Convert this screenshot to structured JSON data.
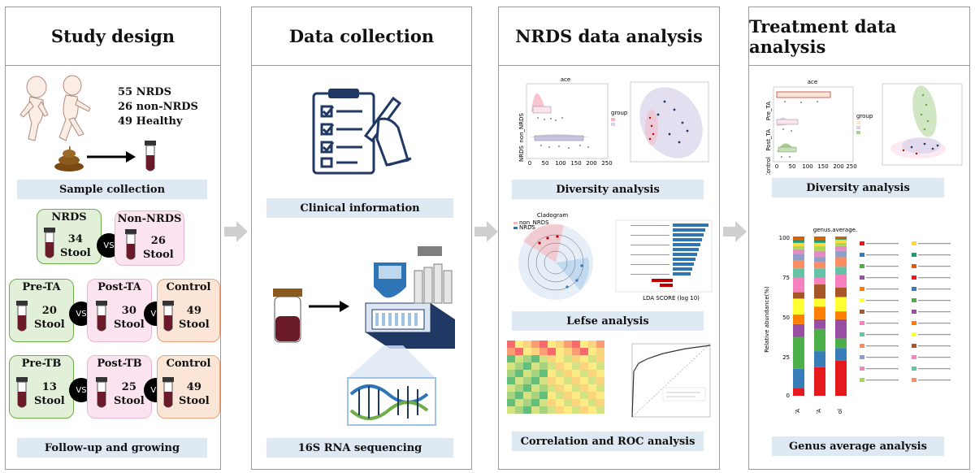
{
  "panels": {
    "study": {
      "title": "Study design",
      "cohort": [
        "55 NRDS",
        "26 non-NRDS",
        "49 Healthy"
      ],
      "sample_label": "Sample collection",
      "followup_label": "Follow-up and growing",
      "vs": "VS",
      "stool_label": "Stool",
      "row1": [
        {
          "name": "NRDS",
          "count": "34"
        },
        {
          "name": "Non-NRDS",
          "count": "26"
        }
      ],
      "row2": [
        {
          "name": "Pre-TA",
          "count": "20"
        },
        {
          "name": "Post-TA",
          "count": "30"
        },
        {
          "name": "Control",
          "count": "49"
        }
      ],
      "row3": [
        {
          "name": "Pre-TB",
          "count": "13"
        },
        {
          "name": "Post-TB",
          "count": "25"
        },
        {
          "name": "Control",
          "count": "49"
        }
      ]
    },
    "collection": {
      "title": "Data collection",
      "clinical_label": "Clinical information",
      "sequencing_label": "16S RNA sequencing"
    },
    "nrds": {
      "title": "NRDS data analysis",
      "diversity_label": "Diversity analysis",
      "lefse_label": "Lefse analysis",
      "correlation_label": "Correlation and ROC analysis",
      "plot_title": "ace",
      "groups": [
        "non_NRDS",
        "NRDS"
      ],
      "legend_title": "group",
      "axis_ticks": [
        "0",
        "50",
        "100",
        "150",
        "200",
        "250"
      ],
      "cladogram_title": "Cladogram",
      "lda_axis_label": "LDA SCORE (log 10)"
    },
    "treatment": {
      "title": "Treatment data analysis",
      "diversity_label": "Diversity analysis",
      "genus_label": "Genus average analysis",
      "plot_title": "ace",
      "groups": [
        "Pre_TA",
        "Post_TA",
        "Control"
      ],
      "legend_title": "group",
      "axis_ticks": [
        "0",
        "50",
        "100",
        "150",
        "200",
        "250"
      ],
      "genus_title": "genus.average.",
      "y_axis_label": "Relative abundance(%)",
      "y_ticks": [
        "0",
        "25",
        "50",
        "75",
        "100"
      ]
    }
  },
  "colors": {
    "label_bg": "#dfe9f4",
    "green_group": "#e2efd9",
    "pink_group": "#fbe4ef",
    "orange_group": "#fbe5d6",
    "navy": "#1f3864",
    "arrow_grey": "#cfcfcf"
  }
}
